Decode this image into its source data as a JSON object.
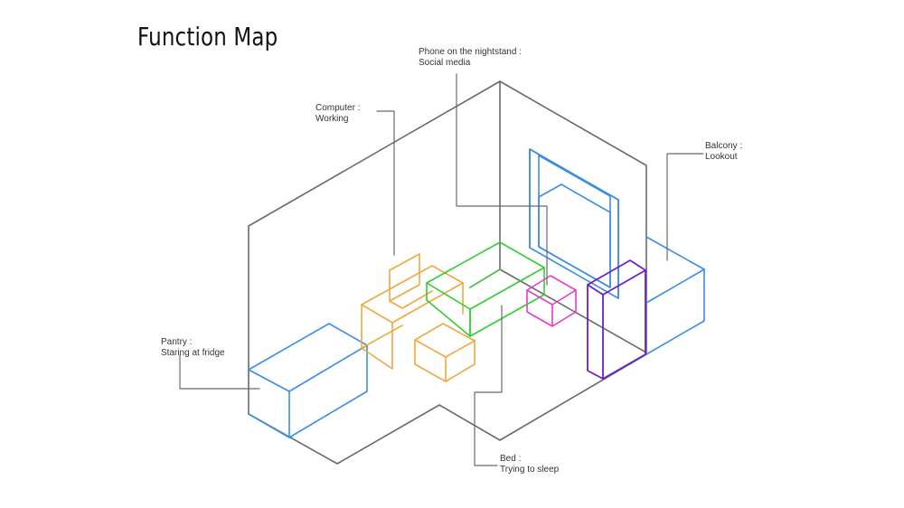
{
  "title": "Function Map",
  "colors": {
    "room": "#6b6b6b",
    "leader": "#6b6b6b",
    "pantry": "#3a8ee6",
    "balcony": "#3a8ee6",
    "computer": "#f0a840",
    "bed": "#33cc33",
    "phone": "#e63ccf",
    "tall_furniture": "#6a1fd1"
  },
  "labels": {
    "phone": {
      "line1": "Phone on the nightstand :",
      "line2": "Social media"
    },
    "computer": {
      "line1": "Computer :",
      "line2": "Working"
    },
    "balcony": {
      "line1": "Balcony :",
      "line2": "Lookout"
    },
    "pantry": {
      "line1": "Pantry :",
      "line2": "Staring at fridge"
    },
    "bed": {
      "line1": "Bed :",
      "line2": "Trying to sleep"
    }
  }
}
